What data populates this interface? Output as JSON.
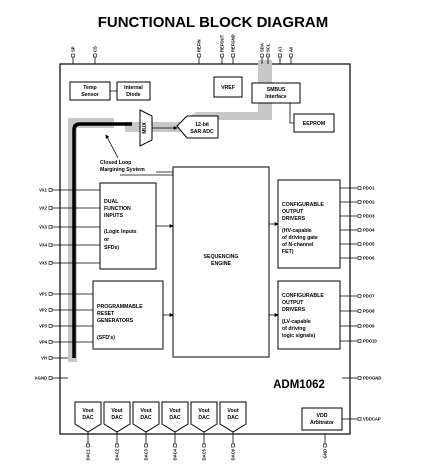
{
  "title": "FUNCTIONAL BLOCK DIAGRAM",
  "part_number": "ADM1062",
  "top_pins": [
    "SP",
    "CS",
    "REFIN",
    "REFOUT",
    "REFGND",
    "SDA",
    "SCL",
    "A1",
    "A0"
  ],
  "left_pins": [
    "VX1",
    "VX2",
    "VX3",
    "VX4",
    "VX5",
    "VP1",
    "VP2",
    "VP3",
    "VP4",
    "VH",
    "AGND"
  ],
  "right_pins_a": [
    "PDO1",
    "PDO2",
    "PDO3",
    "PDO4",
    "PDO5",
    "PDO6"
  ],
  "right_pins_b": [
    "PDO7",
    "PDO8",
    "PDO9",
    "PDO10"
  ],
  "right_pins_c": [
    "PDOGND",
    "VDDCAP"
  ],
  "bottom_pins": [
    "DAC1",
    "DAC2",
    "DAC3",
    "DAC4",
    "DAC5",
    "DAC6"
  ],
  "bottom_gnd": "GND",
  "blocks": {
    "temp_sensor": [
      "Temp",
      "Sensor"
    ],
    "internal_diode": [
      "Internal",
      "Diode"
    ],
    "vref": "VREF",
    "smbus": [
      "SMBUS",
      "Interface"
    ],
    "eeprom": "EEPROM",
    "adc": [
      "12-bit",
      "SAR ADC"
    ],
    "mux": "MUX",
    "closed_loop": [
      "Closed Loop",
      "Margining System"
    ],
    "dual_function": [
      "DUAL",
      "FUNCTION",
      "INPUTS",
      "(Logic Inputs",
      "or",
      "SFDs)"
    ],
    "prog_reset": [
      "PROGRAMMABLE",
      "RESET",
      "GENERATORS",
      "(SFD's)"
    ],
    "sequencing": [
      "SEQUENCING",
      "ENGINE"
    ],
    "out_drivers_a": [
      "CONFIGURABLE",
      "OUTPUT",
      "DRIVERS",
      "(HV-capable",
      "of driving gate",
      "of N-channel",
      "FET)"
    ],
    "out_drivers_b": [
      "CONFIGURABLE",
      "OUTPUT",
      "DRIVERS",
      "(LV-capable",
      "of driving",
      "logic signals)"
    ],
    "vout_dac": [
      "Vout",
      "DAC"
    ],
    "vdd_arbitrator": [
      "VDD",
      "Arbitrator"
    ]
  }
}
